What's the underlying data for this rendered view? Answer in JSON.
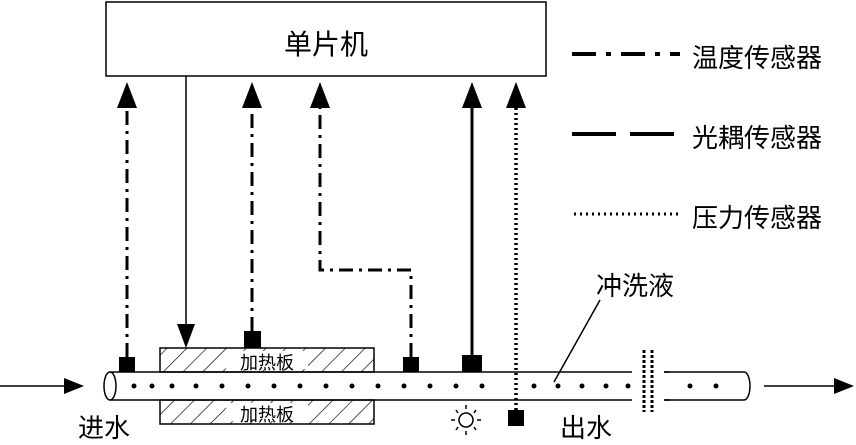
{
  "mcu": {
    "label": "单片机"
  },
  "legend": [
    {
      "style": "dash-dot",
      "label": "温度传感器"
    },
    {
      "style": "long-dash",
      "label": "光耦传感器"
    },
    {
      "style": "dotted",
      "label": "压力传感器"
    }
  ],
  "labels": {
    "inlet": "进水",
    "outlet": "出水",
    "flush_liquid": "冲洗液",
    "heater_top": "加热板",
    "heater_bottom": "加热板"
  },
  "colors": {
    "line": "#000000",
    "background": "#ffffff"
  }
}
